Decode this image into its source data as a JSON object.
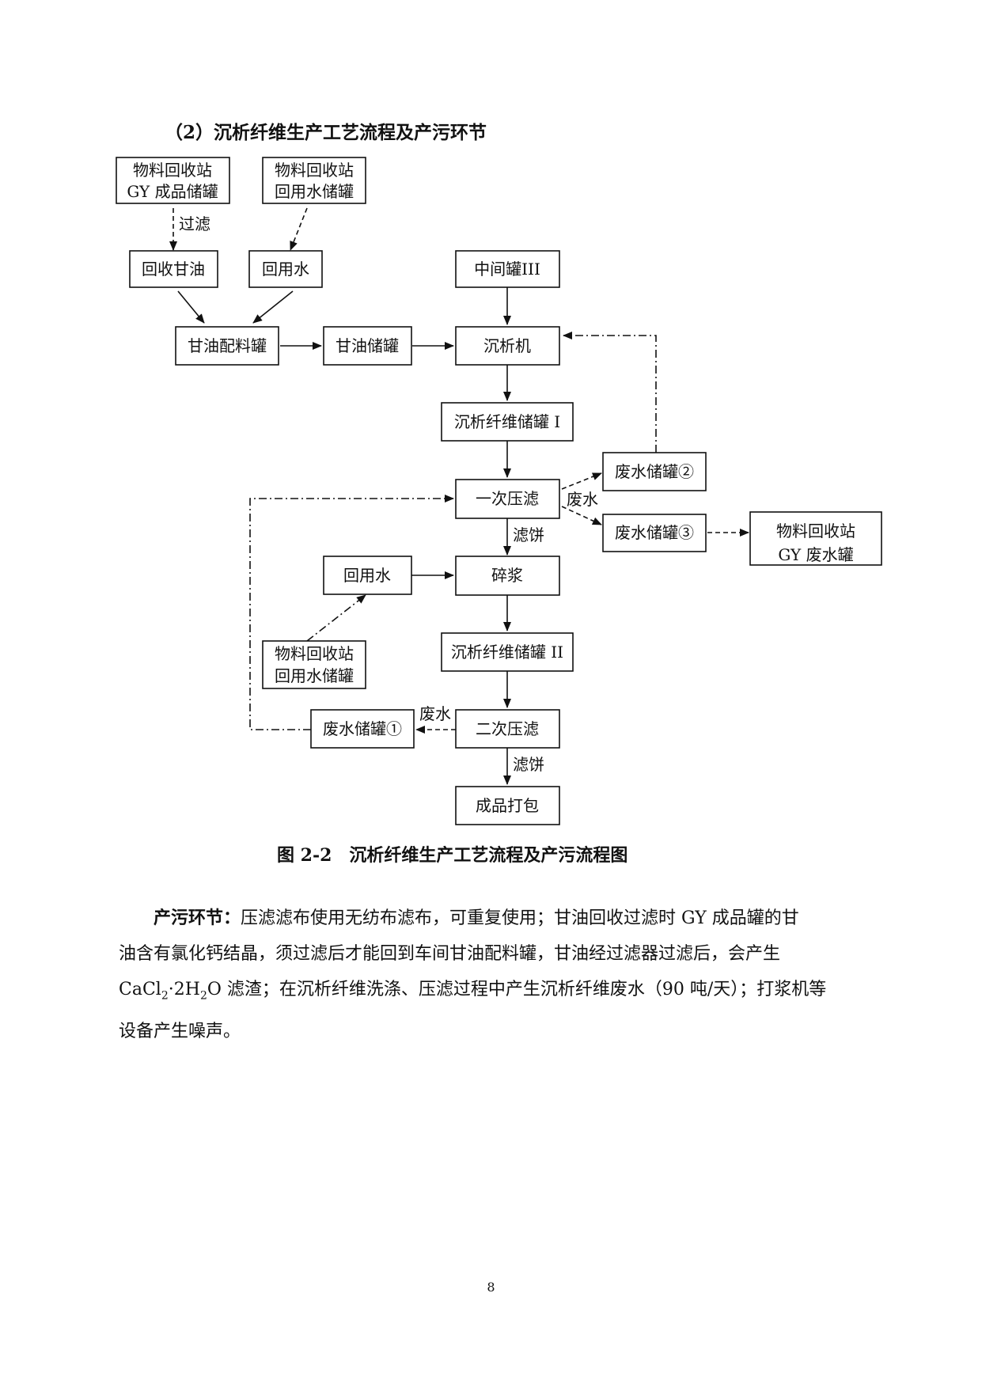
{
  "section_heading": "（2）沉析纤维生产工艺流程及产污环节",
  "diagram": {
    "nodes": {
      "station_gy_l1": "物料回收站",
      "station_gy_l2": "GY 成品储罐",
      "station_water1_l1": "物料回收站",
      "station_water1_l2": "回用水储罐",
      "recovered_glycerin": "回收甘油",
      "reuse_water_1": "回用水",
      "middle_tank": "中间罐III",
      "glycerin_mixing_tank": "甘油配料罐",
      "glycerin_storage_tank": "甘油储罐",
      "precipitator": "沉析机",
      "fiber_tank_1": "沉析纤维储罐 I",
      "wastewater_tank_2": "废水储罐②",
      "first_press": "一次压滤",
      "wastewater_tank_3": "废水储罐③",
      "station_gy_waste_l1": "物料回收站",
      "station_gy_waste_l2": "GY 废水罐",
      "reuse_water_2": "回用水",
      "pulping": "碎浆",
      "station_water2_l1": "物料回收站",
      "station_water2_l2": "回用水储罐",
      "fiber_tank_2": "沉析纤维储罐 II",
      "wastewater_tank_1": "废水储罐①",
      "second_press": "二次压滤",
      "packaging": "成品打包"
    },
    "edge_labels": {
      "filter": "过滤",
      "wastewater_a": "废水",
      "filter_cake_a": "滤饼",
      "wastewater_b": "废水",
      "filter_cake_b": "滤饼"
    }
  },
  "figure_caption": "图 2-2　沉析纤维生产工艺流程及产污流程图",
  "paragraph": {
    "lead": "产污环节：",
    "line1": "压滤滤布使用无纺布滤布，可重复使用；甘油回收过滤时 GY 成品罐的甘",
    "line2": "油含有氯化钙结晶，须过滤后才能回到车间甘油配料罐，甘油经过滤器过滤后，会产生",
    "line3_a": "CaCl",
    "line3_sub1": "2",
    "line3_b": "·2H",
    "line3_sub2": "2",
    "line3_c": "O 滤渣；在沉析纤维洗涤、压滤过程中产生沉析纤维废水（90 吨/天）；打浆机等",
    "line4": "设备产生噪声。"
  },
  "page_number": "8"
}
